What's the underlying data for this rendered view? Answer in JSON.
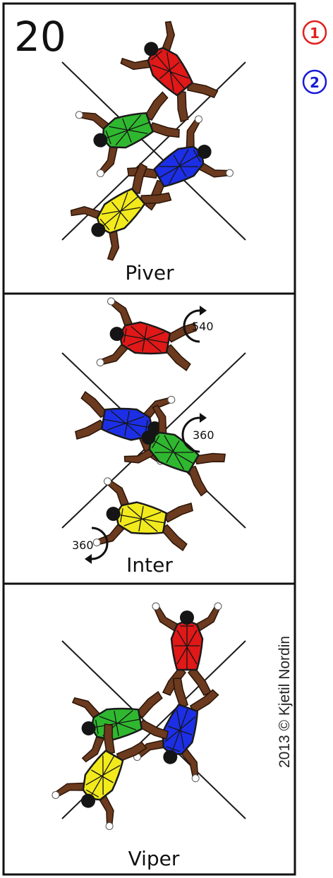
{
  "formation_number": "20",
  "legend": [
    {
      "label": "①",
      "color": "#e02020"
    },
    {
      "label": "②",
      "color": "#1a1ad6"
    }
  ],
  "credit": "2013 © Kjetil Nordin",
  "colors": {
    "red": "#e01818",
    "green": "#2fb82f",
    "blue": "#1c2fe6",
    "yellow": "#f2ea1c"
  },
  "panels": [
    {
      "name": "Piver",
      "rotations": []
    },
    {
      "name": "Inter",
      "rotations": [
        "540",
        "360",
        "360"
      ]
    },
    {
      "name": "Viper",
      "rotations": []
    }
  ]
}
